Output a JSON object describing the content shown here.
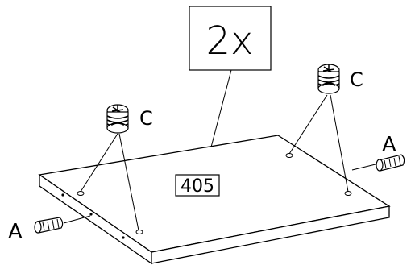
{
  "quantity_label": "2x",
  "part_number": "405",
  "callouts": {
    "cam_lock_left": "C",
    "cam_lock_right": "C",
    "dowel_left": "A",
    "dowel_right": "A"
  },
  "icons": [
    "cam-lock-icon",
    "wooden-dowel-icon"
  ],
  "colors": {
    "line": "#000000",
    "background": "#ffffff"
  }
}
